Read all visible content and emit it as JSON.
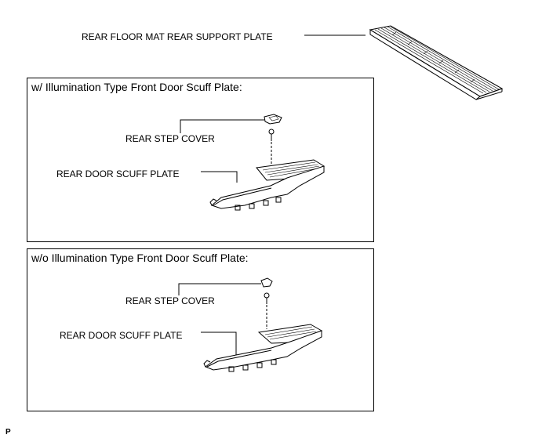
{
  "top_part": {
    "label": "REAR FLOOR MAT REAR SUPPORT PLATE"
  },
  "panels": [
    {
      "title": "w/ Illumination Type Front Door Scuff Plate:",
      "step_cover_label": "REAR STEP COVER",
      "scuff_plate_label": "REAR DOOR SCUFF PLATE"
    },
    {
      "title": "w/o Illumination Type Front Door Scuff Plate:",
      "step_cover_label": "REAR STEP COVER",
      "scuff_plate_label": "REAR DOOR SCUFF PLATE"
    }
  ],
  "corner_mark": "P"
}
